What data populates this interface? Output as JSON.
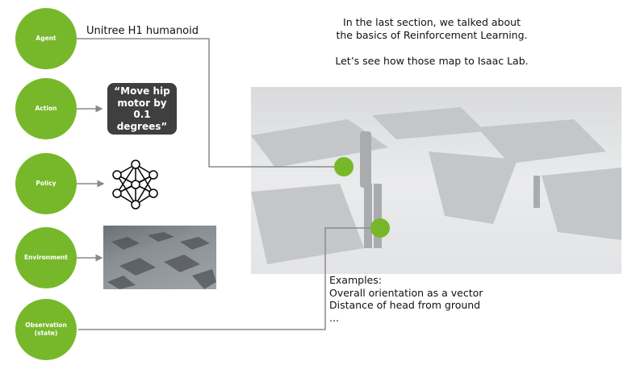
{
  "concepts": [
    {
      "label": "Agent"
    },
    {
      "label": "Action"
    },
    {
      "label": "Policy"
    },
    {
      "label": "Environment"
    },
    {
      "label": "Observation\n(state)"
    }
  ],
  "agent_caption": "Unitree H1 humanoid",
  "action_example": "“Move hip motor by 0.1 degrees”",
  "intro": {
    "line1": "In the last section, we talked about",
    "line2": "the basics of Reinforcement Learning.",
    "line3": "Let’s see how those map to Isaac Lab."
  },
  "observation_examples": {
    "title": "Examples:",
    "items": [
      "Overall orientation as a vector",
      "Distance of head from ground",
      "..."
    ]
  },
  "colors": {
    "accent": "#76b82a",
    "connector": "#8a8a8a"
  }
}
